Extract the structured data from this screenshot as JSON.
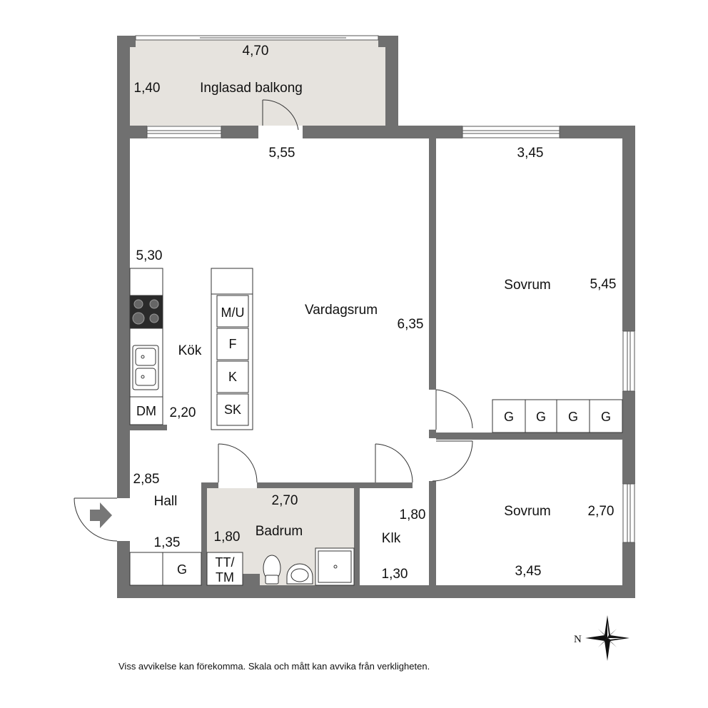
{
  "colors": {
    "wall": "#707070",
    "floor": "#ffffff",
    "balcony_floor": "#e6e3de",
    "bath_floor": "#e6e3de",
    "fixture_line": "#333333",
    "text": "#111111"
  },
  "rooms": {
    "balcony": {
      "name": "Inglasad balkong",
      "width": "4,70",
      "depth": "1,40"
    },
    "living": {
      "name": "Vardagsrum",
      "width": "5,55",
      "depth": "6,35"
    },
    "kitchen": {
      "name": "Kök",
      "length": "5,30",
      "depth": "2,20"
    },
    "bedroom_1": {
      "name": "Sovrum",
      "width": "3,45",
      "depth": "5,45"
    },
    "bedroom_2": {
      "name": "Sovrum",
      "width": "3,45",
      "depth": "2,70"
    },
    "hall": {
      "name": "Hall",
      "length": "2,85",
      "width": "1,35"
    },
    "bathroom": {
      "name": "Badrum",
      "width": "2,70",
      "depth": "1,80"
    },
    "closet": {
      "name": "Klk",
      "depth": "1,80",
      "width": "1,30"
    }
  },
  "fixtures": {
    "kitchen_units": [
      "M/U",
      "F",
      "K",
      "SK"
    ],
    "dishwasher": "DM",
    "wardrobes_bedroom": [
      "G",
      "G",
      "G",
      "G"
    ],
    "wardrobe_hall": "G",
    "laundry": [
      "TT/",
      "TM"
    ]
  },
  "compass": {
    "north_label": "N"
  },
  "disclaimer": "Viss avvikelse kan förekomma. Skala och mått kan avvika från verkligheten."
}
